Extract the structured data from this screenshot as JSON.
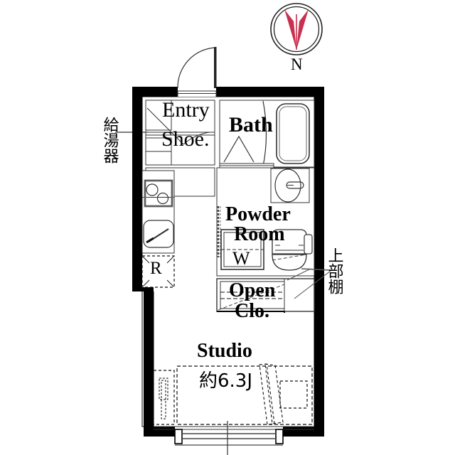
{
  "document": {
    "type": "apartment-floor-plan",
    "title": "Studio Apartment Floor Plan"
  },
  "compass": {
    "direction_label": "N",
    "arrow_color": "#C8304F",
    "ring_color": "#222222"
  },
  "colors": {
    "wall": "#000000",
    "thin_line": "#333333",
    "fixture_line": "#555555",
    "dashed": "#111111",
    "background": "#ffffff"
  },
  "rooms": [
    {
      "id": "entry",
      "label": "Entry"
    },
    {
      "id": "shoe",
      "label": "Shoe."
    },
    {
      "id": "bath",
      "label": "Bath"
    },
    {
      "id": "powder_room",
      "label_line1": "Powder",
      "label_line2": "Room"
    },
    {
      "id": "washer",
      "label": "W"
    },
    {
      "id": "open_closet",
      "label_line1": "Open",
      "label_line2": "Clo."
    },
    {
      "id": "refrigerator",
      "label": "R"
    },
    {
      "id": "studio",
      "label": "Studio",
      "area_label": "約6.3J"
    }
  ],
  "annotations": [
    {
      "id": "water_heater",
      "label": "給湯器",
      "meaning": "water-heater",
      "orientation": "vertical"
    },
    {
      "id": "upper_shelf",
      "label": "上部棚",
      "meaning": "upper-shelf",
      "orientation": "vertical"
    }
  ],
  "labels": {
    "entry": "Entry",
    "shoe": "Shoe.",
    "bath": "Bath",
    "powder_line1": "Powder",
    "powder_line2": "Room",
    "washer": "W",
    "open_line1": "Open",
    "open_line2": "Clo.",
    "refrigerator": "R",
    "studio": "Studio",
    "studio_area": "約6.3J",
    "water_heater": "給湯器",
    "upper_shelf": "上部棚",
    "north": "N"
  }
}
